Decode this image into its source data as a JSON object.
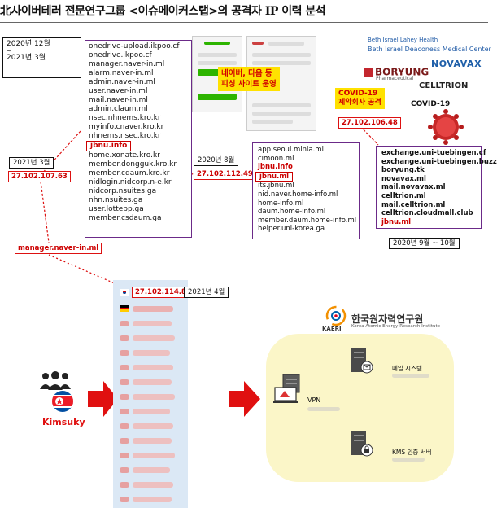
{
  "title": "北사이버테러 전문연구그룹 <이슈메이커스랩>의 공격자 IP 이력 분석",
  "topleft": {
    "date_from": "2020년 12월",
    "tilde": "~",
    "date_to": "2021년 3월"
  },
  "domains_left": [
    "onedrive-upload.ikpoo.cf",
    "onedrive.ikpoo.cf",
    "manager.naver-in.ml",
    "alarm.naver-in.ml",
    "admin.naver-in.ml",
    "user.naver-in.ml",
    "mail.naver-in.ml",
    "admin.claum.ml",
    "nsec.nhnems.kro.kr",
    "myinfo.cnaver.kro.kr",
    "nhnems.nsec.kro.kr",
    "jbnu.info",
    "home.xonate.kro.kr",
    "member.dongguk.kro.kr",
    "member.cdaum.kro.kr",
    "nidlogin.nidcorp.n-e.kr",
    "nidcorp.nsuites.ga",
    "nhn.nsuites.ga",
    "user.lottebp.ga",
    "member.csdaum.ga"
  ],
  "left_ip": {
    "date": "2021년 3월",
    "ip": "27.102.107.63"
  },
  "mid_ip": {
    "date": "2020년 8월",
    "ip": "27.102.112.49"
  },
  "phishing_label": [
    "네이버, 다음 등",
    "피싱 사이트 운영"
  ],
  "domains_mid": [
    "app.seoul.minia.ml",
    "cimoon.ml",
    "jbnu.info",
    "jbnu.ml",
    "its.jbnu.ml",
    "nid.naver.home-info.ml",
    "home-info.ml",
    "daum.home-info.ml",
    "member.daum.home-info.ml",
    "helper.uni-korea.ga"
  ],
  "covid_label": [
    "COVID-19",
    "제약회사 공격"
  ],
  "right_ip": {
    "ip": "27.102.106.48",
    "date": "2020년 9월 ~ 10월"
  },
  "domains_right": [
    "exchange.uni-tuebingen.cf",
    "exchange.uni-tuebingen.buzz",
    "boryung.tk",
    "novavax.ml",
    "mail.novavax.ml",
    "celltrion.ml",
    "mail.celltrion.ml",
    "celltrion.cloudmall.club",
    "jbnu.ml"
  ],
  "logos": {
    "bilh": "Beth Israel Lahey Health",
    "bidmc": "Beth Israel Deaconess Medical Center",
    "boryung": "BORYUNG",
    "boryung_sub": "Pharmaceutical",
    "novavax": "NOVAVAX",
    "celltrion": "CELLTRION",
    "covid": "COVID-19"
  },
  "manager_domain": "manager.naver-in.ml",
  "bottom_ip": {
    "ip": "27.102.114.89",
    "date": "2021년 4월"
  },
  "kaeri": {
    "abbr": "KAERI",
    "name": "한국원자력연구원",
    "eng": "Korea Atomic Energy Research Institute"
  },
  "network": {
    "vpn": "VPN",
    "mail": "메일 시스템",
    "kms": "KMS 인증 서버"
  },
  "kimsuky": "Kimsuky",
  "colors": {
    "red": "#d11111",
    "purple": "#6b2a88",
    "yellow": "#ffe100",
    "panel": "#dbe8f5",
    "zone": "#fbf6c8"
  }
}
